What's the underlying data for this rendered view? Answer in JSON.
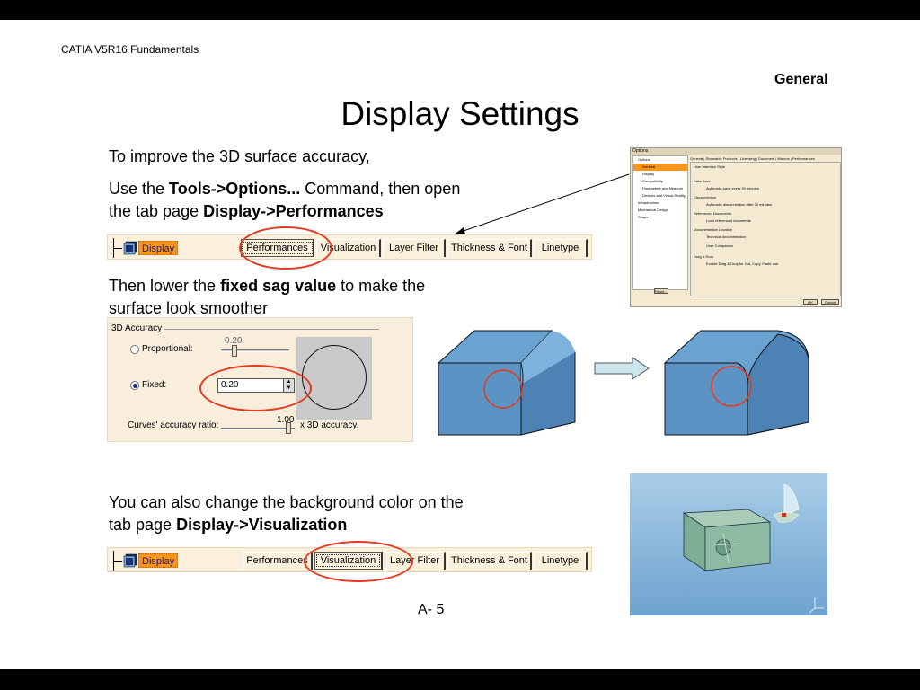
{
  "header": {
    "course": "CATIA V5R16 Fundamentals",
    "section": "General"
  },
  "title": "Display Settings",
  "para1": "To improve the 3D surface accuracy,",
  "para2": {
    "t1": "Use the ",
    "b1": "Tools->Options...",
    "t2": " Command, then open",
    "t3": "the tab page ",
    "b2": "Display->Performances"
  },
  "tabstrip": {
    "node_label": "Display",
    "tabs": [
      "Performances",
      "Visualization",
      "Layer Filter",
      "Thickness & Font",
      "Linetype"
    ]
  },
  "para3": {
    "t1": "Then lower the ",
    "b1": "fixed sag value",
    "t2": " to make the",
    "t3": "surface look smoother"
  },
  "accuracy_panel": {
    "group": "3D Accuracy",
    "proportional": "Proportional:",
    "proportional_value": "0.20",
    "fixed": "Fixed:",
    "fixed_value": "0.20",
    "curves_label": "Curves' accuracy ratio:",
    "curves_value": "1.00",
    "curves_suffix": "x 3D accuracy."
  },
  "para4": {
    "t1": "You can also change the background color on the",
    "t2": "tab page ",
    "b1": "Display->Visualization"
  },
  "options_dialog": {
    "title": "Options",
    "tree": [
      "Options",
      "General",
      "Display",
      "Compatibility",
      "Parameters and Measure",
      "Devices and Virtual Reality",
      "Infrastructure",
      "Mechanical Design",
      "Shape"
    ],
    "tabs": "General | Shareable Products | Licensing | Document | Macros | Performances",
    "rows": [
      "User Interface Style",
      "Data Save",
      "Automatic save every 30 minutes",
      "Disconnection",
      "Automatic disconnection after 30 minutes",
      "Referenced Documents",
      "Load referenced documents",
      "Documentation Location",
      "Technical documentation",
      "User Companion",
      "Drag & Drop",
      "Enable Drag & Drop for Cut, Copy, Paste use"
    ],
    "reset": "Reset...",
    "ok": "OK",
    "cancel": "Cancel"
  },
  "page_number": "A- 5",
  "colors": {
    "accent_red": "#e63a1e",
    "shape_blue": "#5b93c4",
    "strip_bg": "#fbf0dc"
  }
}
